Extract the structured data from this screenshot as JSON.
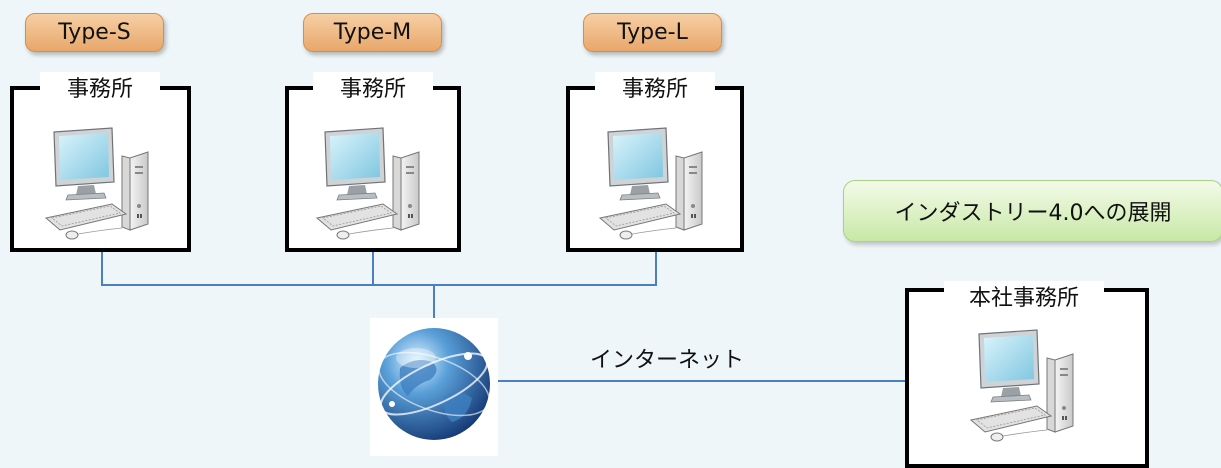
{
  "types": [
    "Type-S",
    "Type-M",
    "Type-L"
  ],
  "offices": [
    {
      "label": "事務所"
    },
    {
      "label": "事務所"
    },
    {
      "label": "事務所"
    }
  ],
  "head_office": {
    "label": "本社事務所"
  },
  "internet_label": "インターネット",
  "banner": "インダストリー4.0への展開",
  "icons": {
    "computer": "desktop-computer-icon",
    "globe": "internet-globe-icon"
  },
  "colors": {
    "background": "#eef6f9",
    "connector": "#4a7fc1",
    "type_tag": "#eeb882",
    "banner": "#dff2cd"
  }
}
